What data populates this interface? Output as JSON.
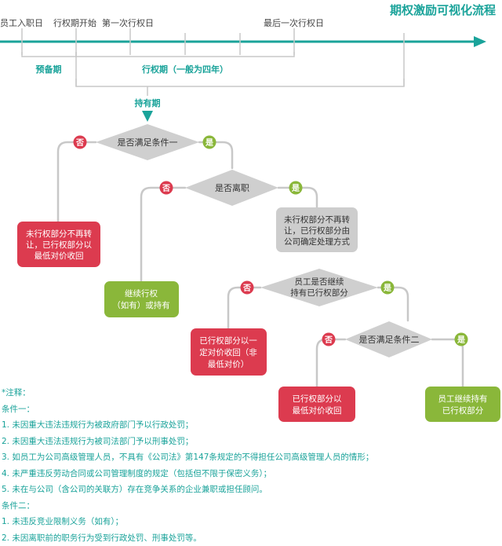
{
  "title": "期权激励可视化流程",
  "colors": {
    "teal": "#1aa39a",
    "gray_shape": "#cfcfcf",
    "connector": "#c8c8c8",
    "red": "#dc3b4f",
    "green": "#8ab73a",
    "gray_box": "#cdcdcd"
  },
  "timeline": {
    "labels": [
      "员工入职日",
      "行权期开始",
      "第一次行权日",
      "最后一次行权日"
    ],
    "prep_period": "预备期",
    "exercise_period": "行权期（一般为四年）",
    "holding_period": "持有期"
  },
  "flow": {
    "no": "否",
    "yes": "是",
    "d1": "是否满足条件一",
    "d2": "是否离职",
    "d3": [
      "员工是否继续",
      "持有已行权部分"
    ],
    "d4": "是否满足条件二",
    "box_red1": [
      "未行权部分不再转",
      "让，已行权部分以",
      "最低对价收回"
    ],
    "box_green1": [
      "继续行权",
      "（如有）或持有"
    ],
    "box_gray": [
      "未行权部分不再转",
      "让，已行权部分由",
      "公司确定处理方式"
    ],
    "box_red2": [
      "已行权部分以一",
      "定对价收回（非",
      "最低对价）"
    ],
    "box_red3": [
      "已行权部分以",
      "最低对价收回"
    ],
    "box_green2": [
      "员工继续持有",
      "已行权部分"
    ]
  },
  "notes": [
    "*注释：",
    "条件一：",
    "1. 未因重大违法违规行为被政府部门予以行政处罚；",
    "2. 未因重大违法违规行为被司法部门予以刑事处罚；",
    "3. 如员工为公司高级管理人员，不具有《公司法》第147条规定的不得担任公司高级管理人员的情形；",
    "4. 未严重违反劳动合同或公司管理制度的规定（包括但不限于保密义务）；",
    "5. 未在与公司（含公司的关联方）存在竞争关系的企业兼职或担任顾问。",
    "条件二：",
    "1. 未违反竞业限制义务（如有）；",
    "2. 未因离职前的职务行为受到行政处罚、刑事处罚等。"
  ]
}
